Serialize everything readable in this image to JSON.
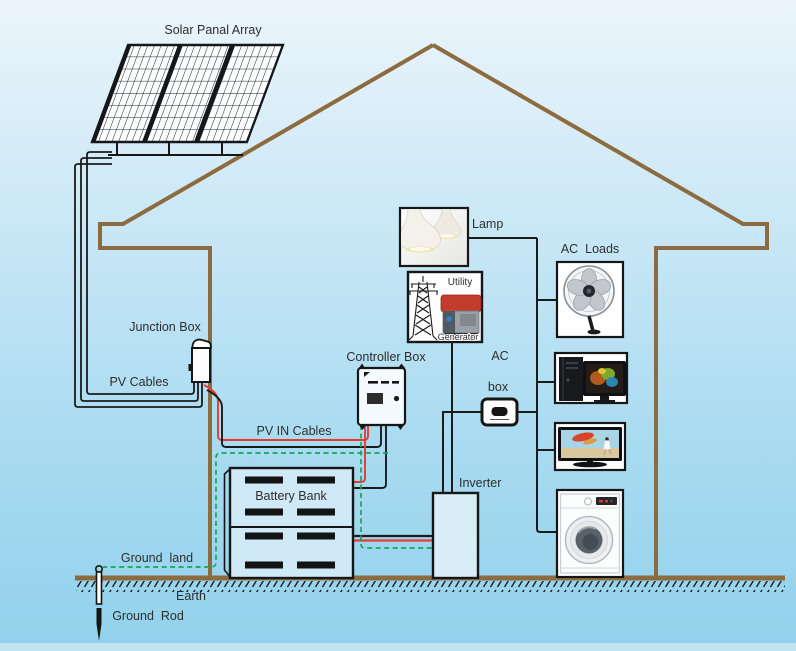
{
  "diagram": {
    "labels": {
      "solar_array": "Solar Panal Array",
      "junction_box": "Junction Box",
      "pv_cables": "PV Cables",
      "pv_in_cables": "PV IN Cables",
      "controller_box": "Controller Box",
      "battery_bank": "Battery Bank",
      "lamp": "Lamp",
      "utility": "Utility",
      "generator": "Generator",
      "ac_loads": "AC  Loads",
      "ac_box_line1": "AC",
      "ac_box_line2": "box",
      "inverter": "Inverter",
      "ground_land": "Ground  land",
      "earth": "Earth",
      "ground_rod": "Ground  Rod"
    },
    "colors": {
      "background_top": "#eaf5fb",
      "background_bottom": "#92d1ec",
      "bottom_band": "#bfe4f2",
      "house_outline": "#8c6b3f",
      "cable_black": "#1b1b1b",
      "cable_red": "#e23c35",
      "ground_wire_green": "#14a85c",
      "label_text": "#2e2e2e"
    },
    "components": [
      "solar-panel-array",
      "junction-box",
      "charge-controller",
      "battery-bank",
      "inverter",
      "utility-generator",
      "lamp",
      "ac-distribution-box",
      "fan",
      "computer",
      "tv",
      "washing-machine",
      "ground-rod",
      "house",
      "earth-ground"
    ]
  }
}
